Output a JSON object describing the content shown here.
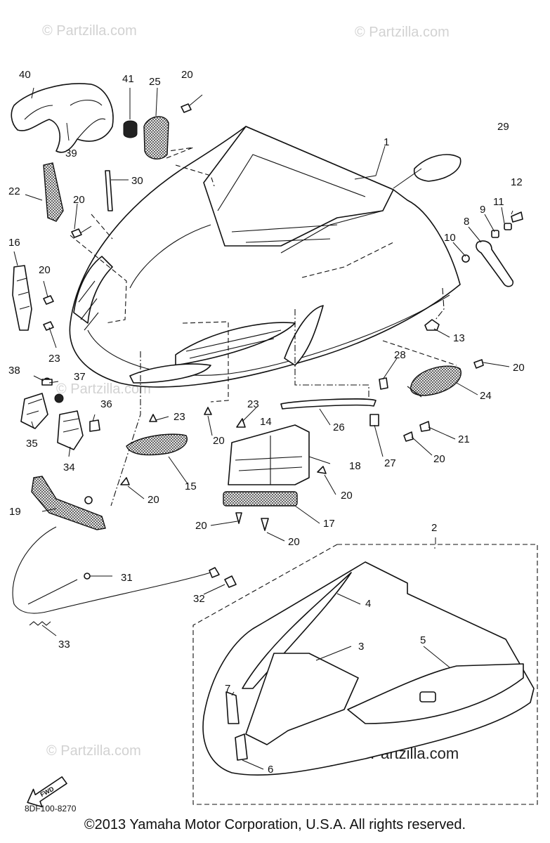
{
  "watermarks": {
    "top_left": "© Partzilla.com",
    "top_right": "© Partzilla.com",
    "mid": "© Partzilla.com",
    "bottom_left": "© Partzilla.com",
    "main": "© Partzilla.com"
  },
  "drawing_code": "8DF100-8270",
  "fwd_label": "FWD",
  "copyright": "©2013 Yamaha Motor Corporation, U.S.A. All rights reserved.",
  "callouts": {
    "c1": "1",
    "c2": "2",
    "c3": "3",
    "c4": "4",
    "c5": "5",
    "c6": "6",
    "c7": "7",
    "c8": "8",
    "c9": "9",
    "c10": "10",
    "c11": "11",
    "c12": "12",
    "c13": "13",
    "c14": "14",
    "c15": "15",
    "c16": "16",
    "c17": "17",
    "c18": "18",
    "c19": "19",
    "c20a": "20",
    "c20b": "20",
    "c20c": "20",
    "c20d": "20",
    "c20e": "20",
    "c20f": "20",
    "c20g": "20",
    "c20h": "20",
    "c20i": "20",
    "c20j": "20",
    "c20k": "20",
    "c21": "21",
    "c22": "22",
    "c23a": "23",
    "c23b": "23",
    "c23c": "23",
    "c24": "24",
    "c25": "25",
    "c26": "26",
    "c27": "27",
    "c28": "28",
    "c29": "29",
    "c30": "30",
    "c31": "31",
    "c32": "32",
    "c33": "33",
    "c34": "34",
    "c35": "35",
    "c36": "36",
    "c37": "37",
    "c38": "38",
    "c39": "39",
    "c40": "40",
    "c41": "41"
  }
}
